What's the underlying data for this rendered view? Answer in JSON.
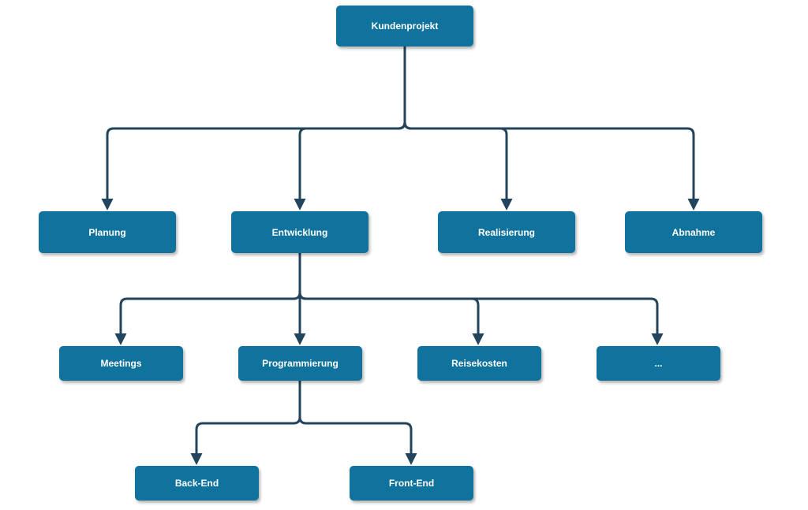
{
  "colors": {
    "node_fill": "#10739e",
    "node_text": "#ffffff",
    "connector": "#23445d"
  },
  "nodes": {
    "root": "Kundenprojekt",
    "level1": [
      "Planung",
      "Entwicklung",
      "Realisierung",
      "Abnahme"
    ],
    "entwicklung_children": [
      "Meetings",
      "Programmierung",
      "Reisekosten",
      "..."
    ],
    "programmierung_children": [
      "Back-End",
      "Front-End"
    ]
  }
}
